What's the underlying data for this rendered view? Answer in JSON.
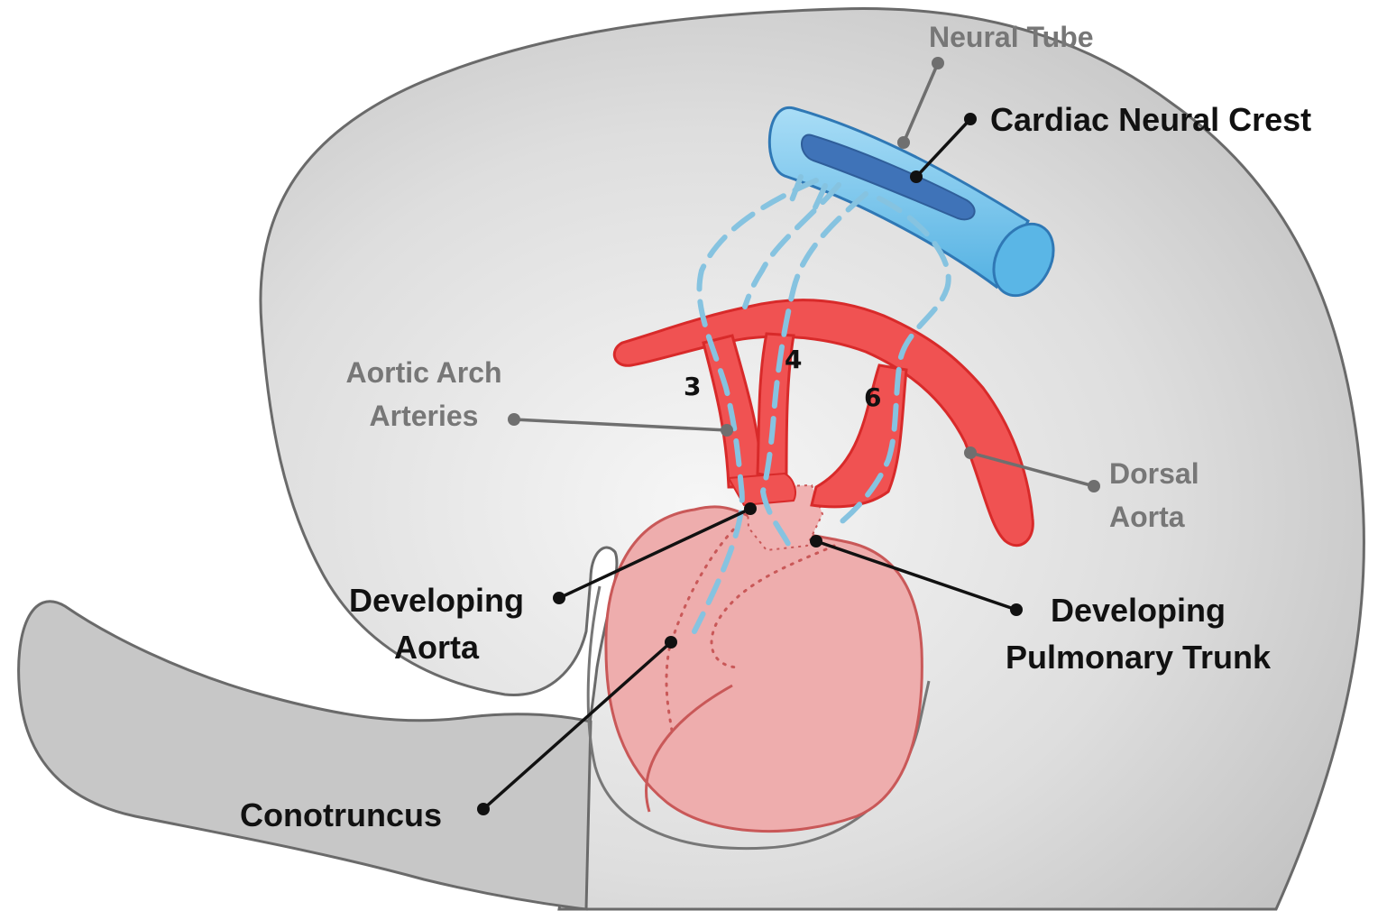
{
  "labels": {
    "neural_tube": "Neural Tube",
    "cardiac_neural_crest": "Cardiac Neural Crest",
    "aortic_arch_line1": "Aortic Arch",
    "aortic_arch_line2": "Arteries",
    "arch_3": "3",
    "arch_4": "4",
    "arch_6": "6",
    "dorsal_aorta_line1": "Dorsal",
    "dorsal_aorta_line2": "Aorta",
    "developing_aorta_line1": "Developing",
    "developing_aorta_line2": "Aorta",
    "pulmonary_trunk_line1": "Developing",
    "pulmonary_trunk_line2": "Pulmonary Trunk",
    "conotruncus": "Conotruncus"
  },
  "colors": {
    "embryo_fill": "#d2d2d2",
    "embryo_outline": "#6a6a6a",
    "artery": "#f05252",
    "artery_outline": "#d82a2a",
    "heart": "#eeadad",
    "heart_outline": "#c95858",
    "neural_tube": "#6ec3ec",
    "neural_crest": "#3f73b8",
    "migration_path": "#86c3e0"
  }
}
